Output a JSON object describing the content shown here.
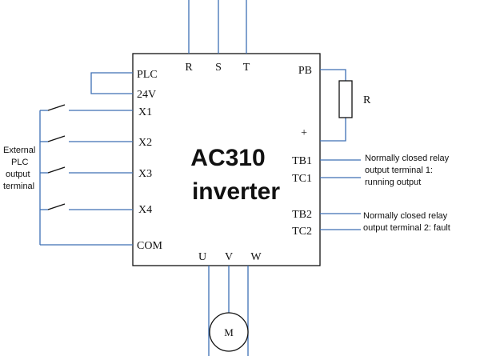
{
  "inverter": {
    "line1": "AC310",
    "line2": "inverter"
  },
  "terminals": {
    "plc": "PLC",
    "v24": "24V",
    "x1": "X1",
    "x2": "X2",
    "x3": "X3",
    "x4": "X4",
    "com": "COM",
    "r": "R",
    "s": "S",
    "t": "T",
    "pb": "PB",
    "plus": "+",
    "tb1": "TB1",
    "tc1": "TC1",
    "tb2": "TB2",
    "tc2": "TC2",
    "u": "U",
    "v": "V",
    "w": "W"
  },
  "resistor": {
    "label": "R"
  },
  "motor": {
    "label": "M"
  },
  "notes": {
    "external": [
      "External",
      "PLC",
      "output",
      "terminal"
    ],
    "relay1": [
      "Normally closed relay",
      "output terminal 1:",
      "running output"
    ],
    "relay2": [
      "Normally closed relay",
      "output terminal 2: fault"
    ]
  }
}
